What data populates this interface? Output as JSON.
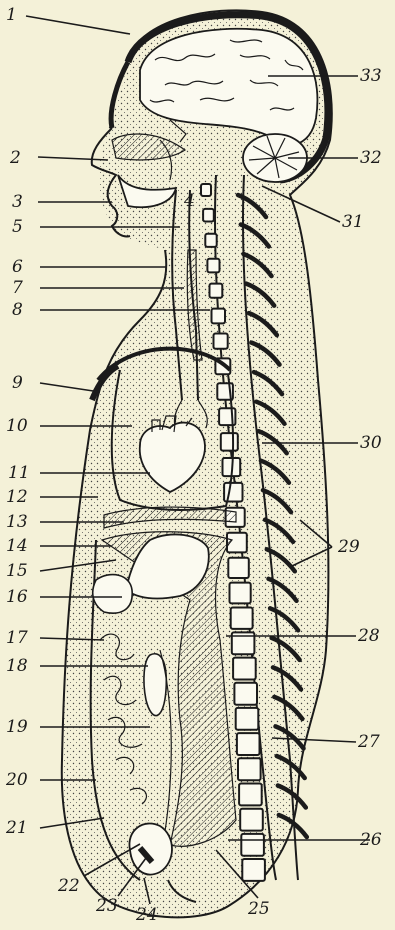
{
  "labels": {
    "l1": "1",
    "l2": "2",
    "l3": "3",
    "l4": "4",
    "l5": "5",
    "l6": "6",
    "l7": "7",
    "l8": "8",
    "l9": "9",
    "l10": "10",
    "l11": "11",
    "l12": "12",
    "l13": "13",
    "l14": "14",
    "l15": "15",
    "l16": "16",
    "l17": "17",
    "l18": "18",
    "l19": "19",
    "l20": "20",
    "l21": "21",
    "l22": "22",
    "l23": "23",
    "l24": "24",
    "l25": "25",
    "l26": "26",
    "l27": "27",
    "l28": "28",
    "l29": "29",
    "l30": "30",
    "l31": "31",
    "l32": "32",
    "l33": "33"
  },
  "colors": {
    "paper": "#f4f1d8",
    "ink": "#1b1b1b"
  }
}
